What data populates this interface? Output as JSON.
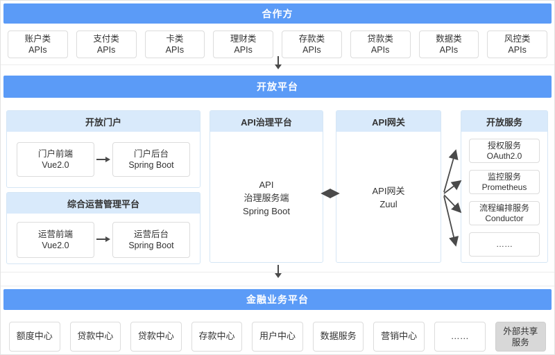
{
  "partners": {
    "title": "合作方",
    "boxes": [
      {
        "line1": "账户类",
        "line2": "APIs"
      },
      {
        "line1": "支付类",
        "line2": "APIs"
      },
      {
        "line1": "卡类",
        "line2": "APIs"
      },
      {
        "line1": "理财类",
        "line2": "APIs"
      },
      {
        "line1": "存款类",
        "line2": "APIs"
      },
      {
        "line1": "贷款类",
        "line2": "APIs"
      },
      {
        "line1": "数据类",
        "line2": "APIs"
      },
      {
        "line1": "风控类",
        "line2": "APIs"
      }
    ]
  },
  "platform": {
    "title": "开放平台",
    "portal": {
      "title": "开放门户",
      "front": {
        "line1": "门户前端",
        "line2": "Vue2.0"
      },
      "back": {
        "line1": "门户后台",
        "line2": "Spring Boot"
      }
    },
    "ops": {
      "title": "综合运营管理平台",
      "front": {
        "line1": "运营前端",
        "line2": "Vue2.0"
      },
      "back": {
        "line1": "运营后台",
        "line2": "Spring Boot"
      }
    },
    "gov": {
      "title": "API治理平台",
      "lines": [
        "API",
        "治理服务端",
        "Spring Boot"
      ]
    },
    "gateway": {
      "title": "API网关",
      "lines": [
        "API网关",
        "Zuul"
      ]
    },
    "services": {
      "title": "开放服务",
      "boxes": [
        {
          "line1": "授权服务",
          "line2": "OAuth2.0"
        },
        {
          "line1": "监控服务",
          "line2": "Prometheus"
        },
        {
          "line1": "流程编排服务",
          "line2": "Conductor"
        },
        {
          "line1": "……",
          "line2": ""
        }
      ]
    }
  },
  "financial": {
    "title": "金融业务平台",
    "boxes": [
      "额度中心",
      "贷款中心",
      "贷款中心",
      "存款中心",
      "用户中心",
      "数据服务",
      "营销中心",
      "……"
    ],
    "shared": {
      "line1": "外部共享",
      "line2": "服务"
    }
  },
  "colors": {
    "header_blue": "#5B9BF7",
    "subheader_blue": "#D9EAFB",
    "panel_border": "#D5E6F5",
    "box_border": "#DCDCDC",
    "arrow": "#4A4A4A",
    "gray_box": "#D8D8D8"
  }
}
